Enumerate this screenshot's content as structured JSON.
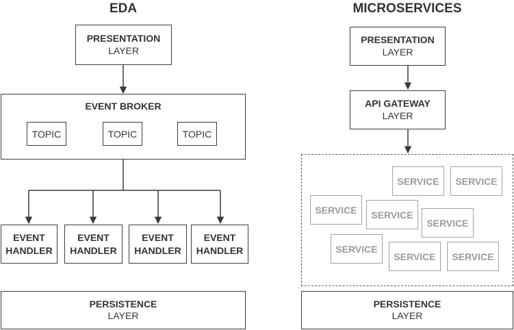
{
  "eda": {
    "title": "EDA",
    "presentation": {
      "line1": "PRESENTATION",
      "line2": "LAYER"
    },
    "broker": {
      "label": "EVENT BROKER",
      "topics": [
        "TOPIC",
        "TOPIC",
        "TOPIC"
      ]
    },
    "handlers": [
      {
        "line1": "EVENT",
        "line2": "HANDLER"
      },
      {
        "line1": "EVENT",
        "line2": "HANDLER"
      },
      {
        "line1": "EVENT",
        "line2": "HANDLER"
      },
      {
        "line1": "EVENT",
        "line2": "HANDLER"
      }
    ],
    "persistence": {
      "line1": "PERSISTENCE",
      "line2": "LAYER"
    }
  },
  "microservices": {
    "title": "MICROSERVICES",
    "presentation": {
      "line1": "PRESENTATION",
      "line2": "LAYER"
    },
    "gateway": {
      "line1": "API GATEWAY",
      "line2": "LAYER"
    },
    "services": [
      "SERVICE",
      "SERVICE",
      "SERVICE",
      "SERVICE",
      "SERVICE",
      "SERVICE",
      "SERVICE",
      "SERVICE"
    ],
    "persistence": {
      "line1": "PERSISTENCE",
      "line2": "LAYER"
    }
  }
}
